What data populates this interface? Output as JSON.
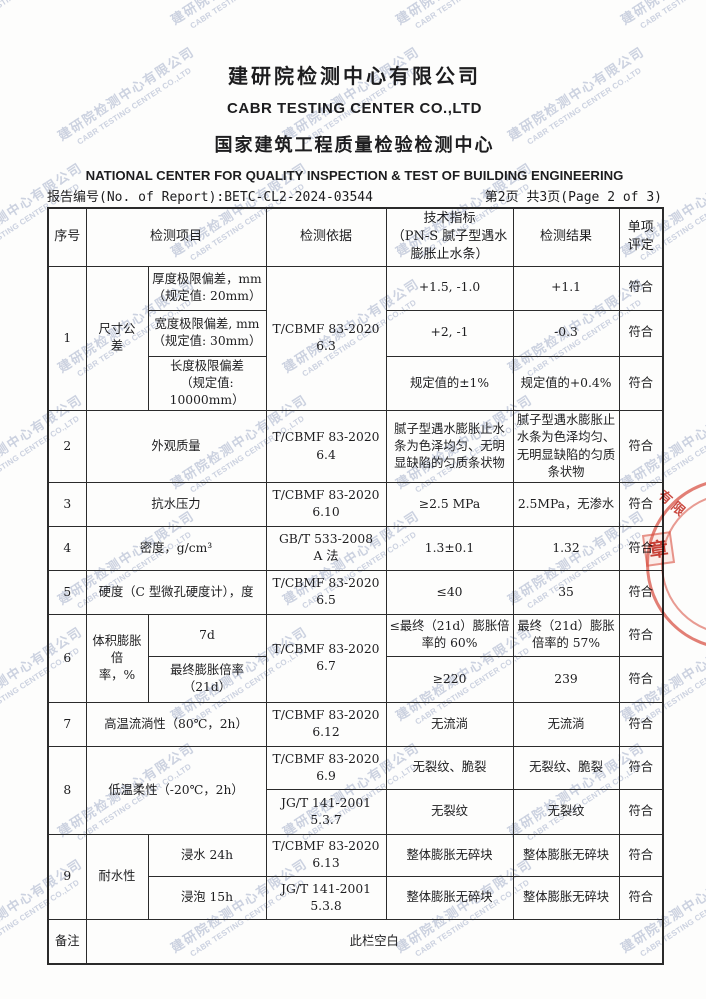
{
  "header": {
    "title_cn": "建研院检测中心有限公司",
    "title_en": "CABR TESTING CENTER CO.,LTD",
    "subtitle_cn": "国家建筑工程质量检验检测中心",
    "subtitle_en": "NATIONAL CENTER FOR QUALITY INSPECTION & TEST OF BUILDING ENGINEERING",
    "report_no": "报告编号(No. of Report):BETC-CL2-2024-03544",
    "page_info": "第2页 共3页(Page 2 of 3)"
  },
  "watermark": {
    "line1": "建研院检测中心有限公司",
    "line2": "CABR TESTING CENTER CO.,LTD",
    "color": "#ccd2e0"
  },
  "seal": {
    "arc_text": "有限",
    "center_char": "章",
    "color": "#d94a3c"
  },
  "table": {
    "head": {
      "no": "序号",
      "item": "检测项目",
      "basis": "检测依据",
      "indicator": "技术指标\n（PN-S 腻子型遇水膨胀止水条）",
      "result": "检测结果",
      "verdict": "单项\n评定"
    },
    "row1": {
      "no": "1",
      "item": "尺寸公\n差",
      "basis": "T/CBMF 83-2020\n6.3",
      "sub1": {
        "name": "厚度极限偏差，mm\n（规定值: 20mm）",
        "indicator": "+1.5, -1.0",
        "result": "+1.1",
        "verdict": "符合"
      },
      "sub2": {
        "name": "宽度极限偏差, mm\n（规定值: 30mm）",
        "indicator": "+2, -1",
        "result": "-0.3",
        "verdict": "符合"
      },
      "sub3": {
        "name": "长度极限偏差\n（规定值: 10000mm）",
        "indicator": "规定值的±1%",
        "result": "规定值的+0.4%",
        "verdict": "符合"
      }
    },
    "row2": {
      "no": "2",
      "item": "外观质量",
      "basis": "T/CBMF 83-2020\n6.4",
      "indicator": "腻子型遇水膨胀止水条为色泽均匀、无明显缺陷的匀质条状物",
      "result": "腻子型遇水膨胀止水条为色泽均匀、无明显缺陷的匀质条状物",
      "verdict": "符合"
    },
    "row3": {
      "no": "3",
      "item": "抗水压力",
      "basis": "T/CBMF 83-2020\n6.10",
      "indicator": "≥2.5 MPa",
      "result": "2.5MPa，无渗水",
      "verdict": "符合"
    },
    "row4": {
      "no": "4",
      "item": "密度，g/cm³",
      "basis": "GB/T 533-2008\nA 法",
      "indicator": "1.3±0.1",
      "result": "1.32",
      "verdict": "符合"
    },
    "row5": {
      "no": "5",
      "item": "硬度（C 型微孔硬度计），度",
      "basis": "T/CBMF 83-2020\n6.5",
      "indicator": "≤40",
      "result": "35",
      "verdict": "符合"
    },
    "row6": {
      "no": "6",
      "item": "体积膨胀倍\n率，%",
      "basis": "T/CBMF 83-2020\n6.7",
      "sub1": {
        "name": "7d",
        "indicator": "≤最终（21d）膨胀倍率的 60%",
        "result": "最终（21d）膨胀倍率的 57%",
        "verdict": "符合"
      },
      "sub2": {
        "name": "最终膨胀倍率\n（21d）",
        "indicator": "≥220",
        "result": "239",
        "verdict": "符合"
      }
    },
    "row7": {
      "no": "7",
      "item": "高温流淌性（80℃，2h）",
      "basis": "T/CBMF 83-2020\n6.12",
      "indicator": "无流淌",
      "result": "无流淌",
      "verdict": "符合"
    },
    "row8": {
      "no": "8",
      "item": "低温柔性（-20℃，2h）",
      "sub1": {
        "basis": "T/CBMF 83-2020\n6.9",
        "indicator": "无裂纹、脆裂",
        "result": "无裂纹、脆裂",
        "verdict": "符合"
      },
      "sub2": {
        "basis": "JG/T 141-2001\n5.3.7",
        "indicator": "无裂纹",
        "result": "无裂纹",
        "verdict": "符合"
      }
    },
    "row9": {
      "no": "9",
      "item": "耐水性",
      "sub1": {
        "name": "浸水 24h",
        "basis": "T/CBMF 83-2020\n6.13",
        "indicator": "整体膨胀无碎块",
        "result": "整体膨胀无碎块",
        "verdict": "符合"
      },
      "sub2": {
        "name": "浸泡 15h",
        "basis": "JG/T 141-2001\n5.3.8",
        "indicator": "整体膨胀无碎块",
        "result": "整体膨胀无碎块",
        "verdict": "符合"
      }
    },
    "remark": {
      "label": "备注",
      "value": "此栏空白"
    }
  }
}
